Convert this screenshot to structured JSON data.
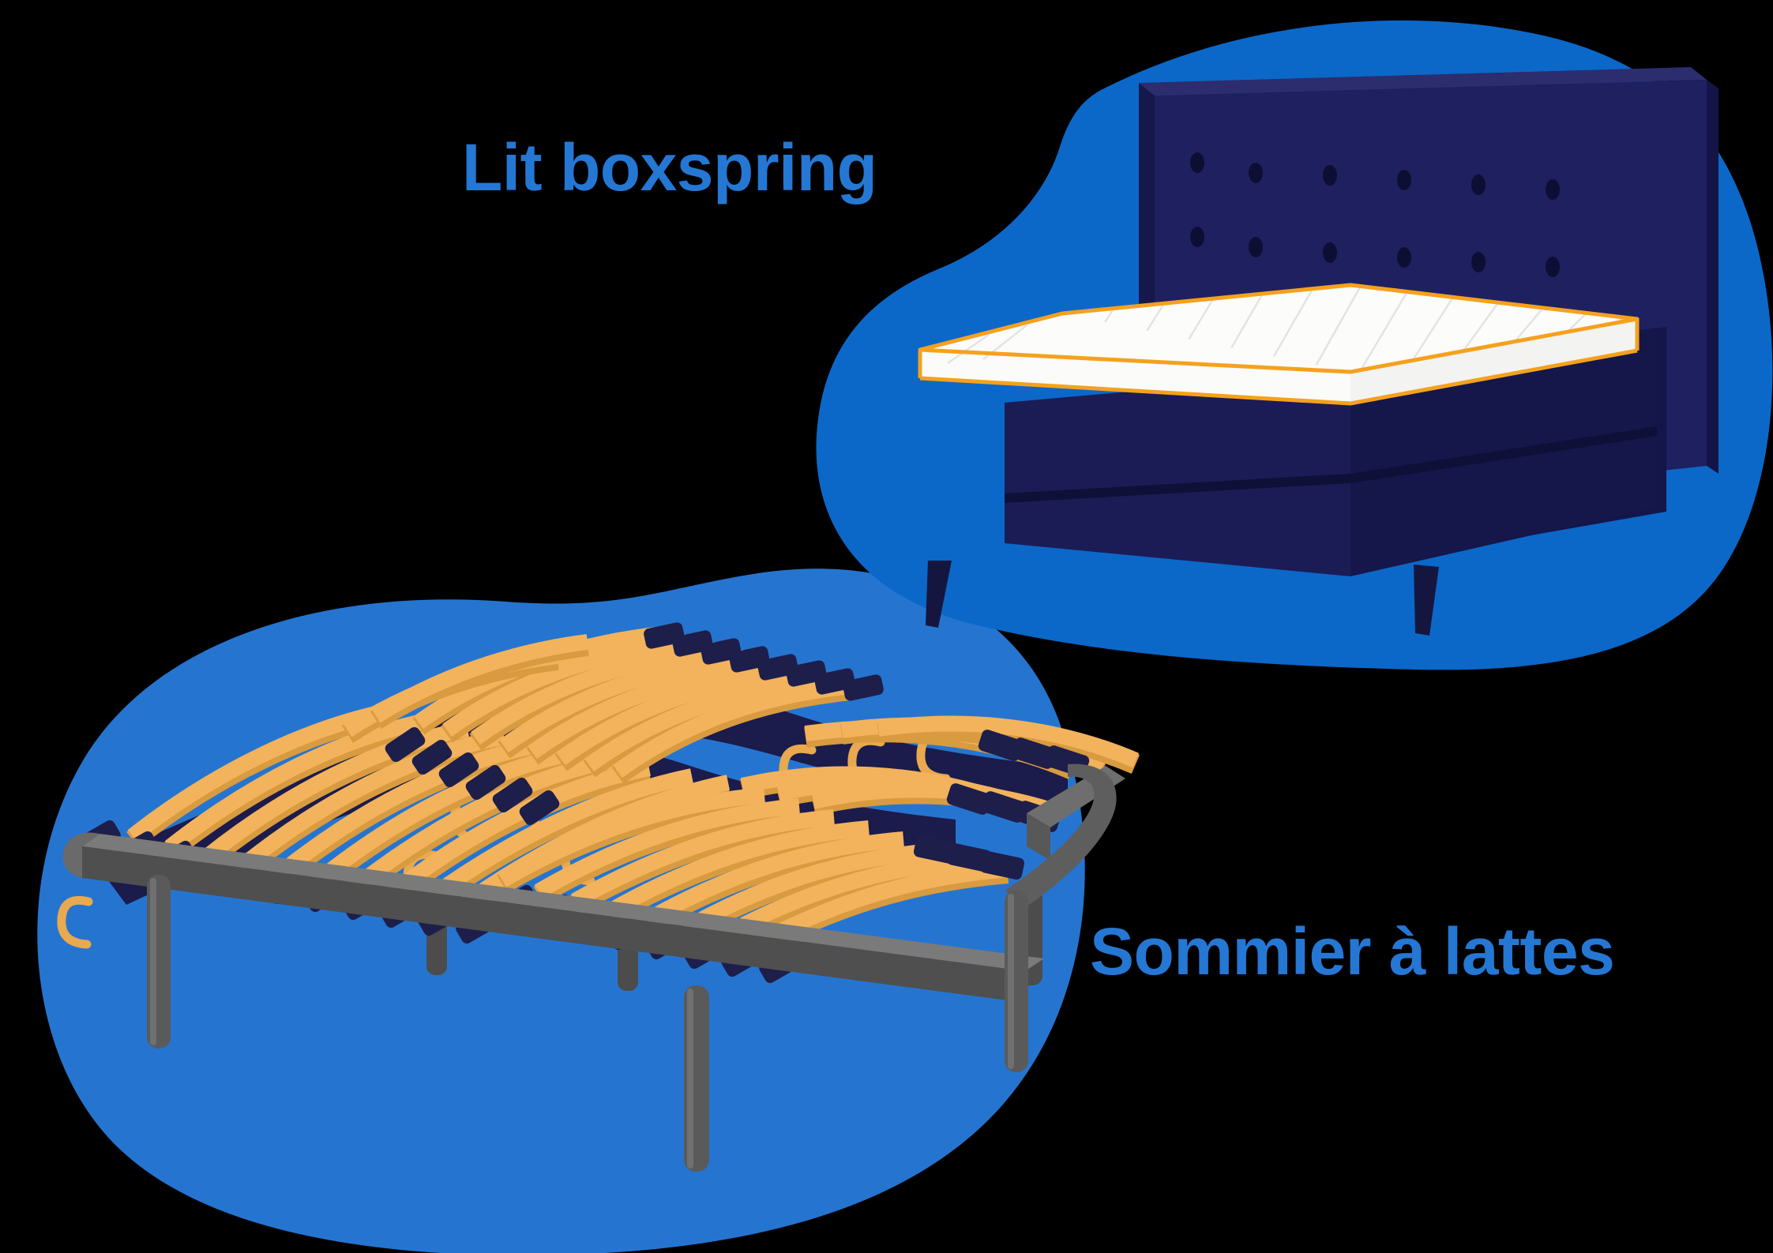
{
  "page": {
    "background_color": "#000000",
    "title_language": "fr"
  },
  "labels": {
    "boxspring": "Lit boxspring",
    "slatted_base": "Sommier à lattes"
  },
  "colors": {
    "label_text": "#2577D4",
    "blob_top": "#0B68C8",
    "blob_bottom": "#2575D0",
    "navy_dark": "#191A4E",
    "navy_mid": "#1E2060",
    "navy_light": "#272a73",
    "navy_shadow": "#0F1038",
    "mattress_white": "#FBFBFA",
    "mattress_side": "#F2F2F0",
    "mattress_outline": "#F5A11E",
    "quilt_line": "#E2E2E2",
    "slat_wood": "#F2B35C",
    "slat_wood_edge": "#D99B3F",
    "slat_cap": "#1E1E4B",
    "frame_gray": "#5E5E5E",
    "frame_gray_light": "#7A7A7A",
    "frame_gray_dark": "#3F3F3F",
    "leg_gray": "#555555"
  },
  "illustrations": {
    "boxspring": {
      "name": "Lit boxspring",
      "parts": [
        "headboard",
        "tufting-buttons",
        "mattress",
        "base-box",
        "legs"
      ],
      "tufting_rows": 2,
      "tufting_per_row": 6,
      "legs_count": 2,
      "mattress_quilt_lines": 13
    },
    "slatted_base": {
      "name": "Sommier à lattes",
      "parts": [
        "metal-frame",
        "wooden-slats",
        "slat-holders",
        "center-rail",
        "legs"
      ],
      "slat_rows": 2,
      "slats_per_row": 21,
      "legs_count": 6
    }
  }
}
